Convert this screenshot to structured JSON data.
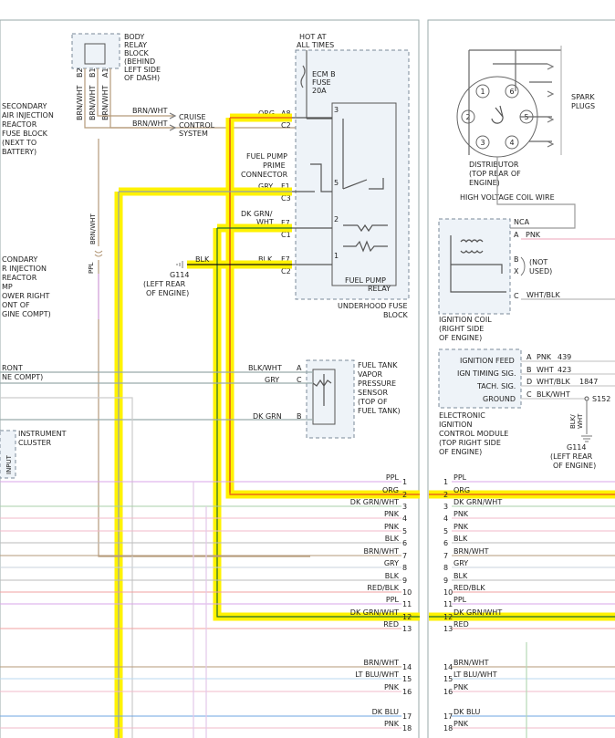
{
  "labels": {
    "body_relay_block": [
      "BODY",
      "RELAY",
      "BLOCK",
      "(BEHIND",
      "LEFT SIDE",
      "OF DASH)"
    ],
    "relay_pins": [
      "B2",
      "B1",
      "A1"
    ],
    "relay_pin_wires": [
      "BRN/WHT",
      "BRN/WHT",
      "BRN/WHT"
    ],
    "hot_at_all_times": [
      "HOT AT",
      "ALL TIMES"
    ],
    "ecm_b_fuse": [
      "ECM B",
      "FUSE",
      "20A"
    ],
    "sec_air_left": [
      "SECONDARY",
      "AIR INJECTION",
      "REACTOR",
      "FUSE BLOCK",
      "(NEXT TO",
      "BATTERY)"
    ],
    "sec_air_left2": [
      "CONDARY",
      "R INJECTION",
      "REACTOR",
      "MP",
      "OWER RIGHT",
      "ONT OF",
      "GINE COMPT)"
    ],
    "front_left": [
      "RONT",
      "NE COMPT)"
    ],
    "cruise_control": [
      "CRUISE",
      "CONTROL",
      "SYSTEM"
    ],
    "cruise_wires": [
      "BRN/WHT",
      "BRN/WHT"
    ],
    "fuel_pump_prime": [
      "FUEL PUMP",
      "PRIME",
      "CONNECTOR"
    ],
    "fuse_conn": {
      "org": "ORG",
      "a8": "A8",
      "c2a": "C2",
      "gry": "GRY",
      "f1": "F1",
      "c3": "C3",
      "dkgrn": [
        "DK GRN/",
        "WHT"
      ],
      "f7a": "F7",
      "c1": "C1",
      "blk": "BLK",
      "f7b": "F7",
      "c2b": "C2"
    },
    "relay_terms": [
      "3",
      "5",
      "2",
      "1"
    ],
    "blk_left": "BLK",
    "g114_left": [
      "G114",
      "(LEFT REAR",
      "OF ENGINE)"
    ],
    "fuel_pump_relay": [
      "FUEL PUMP",
      "RELAY"
    ],
    "underhood": [
      "UNDERHOOD FUSE",
      "BLOCK"
    ],
    "brn_wht_vert": "BRN/WHT",
    "ppl_vert": "PPL",
    "fuel_tank": [
      "FUEL TANK",
      "VAPOR",
      "PRESSURE",
      "SENSOR",
      "(TOP OF",
      "FUEL TANK)"
    ],
    "sensor_wires": [
      "BLK/WHT",
      "GRY",
      "DK GRN"
    ],
    "sensor_pins": [
      "A",
      "C",
      "B"
    ],
    "instrument": [
      "INSTRUMENT",
      "CLUSTER"
    ],
    "input": "INPUT",
    "left_conn": [
      {
        "n": "1",
        "c": "PPL"
      },
      {
        "n": "2",
        "c": "ORG"
      },
      {
        "n": "3",
        "c": "DK GRN/WHT"
      },
      {
        "n": "4",
        "c": "PNK"
      },
      {
        "n": "5",
        "c": "PNK"
      },
      {
        "n": "6",
        "c": "BLK"
      },
      {
        "n": "7",
        "c": "BRN/WHT"
      },
      {
        "n": "8",
        "c": "GRY"
      },
      {
        "n": "9",
        "c": "BLK"
      },
      {
        "n": "10",
        "c": "RED/BLK"
      },
      {
        "n": "11",
        "c": "PPL"
      },
      {
        "n": "12",
        "c": "DK GRN/WHT"
      },
      {
        "n": "13",
        "c": "RED"
      },
      {
        "n": "14",
        "c": "BRN/WHT"
      },
      {
        "n": "15",
        "c": "LT BLU/WHT"
      },
      {
        "n": "16",
        "c": "PNK"
      },
      {
        "n": "17",
        "c": "DK BLU"
      },
      {
        "n": "18",
        "c": "PNK"
      }
    ],
    "right_conn": [
      {
        "n": "1",
        "c": "PPL"
      },
      {
        "n": "2",
        "c": "ORG"
      },
      {
        "n": "3",
        "c": "DK GRN/WHT"
      },
      {
        "n": "4",
        "c": "PNK"
      },
      {
        "n": "5",
        "c": "PNK"
      },
      {
        "n": "6",
        "c": "BLK"
      },
      {
        "n": "7",
        "c": "BRN/WHT"
      },
      {
        "n": "8",
        "c": "GRY"
      },
      {
        "n": "9",
        "c": "BLK"
      },
      {
        "n": "10",
        "c": "RED/BLK"
      },
      {
        "n": "11",
        "c": "PPL"
      },
      {
        "n": "12",
        "c": "DK GRN/WHT"
      },
      {
        "n": "13",
        "c": "RED"
      },
      {
        "n": "14",
        "c": "BRN/WHT"
      },
      {
        "n": "15",
        "c": "LT BLU/WHT"
      },
      {
        "n": "16",
        "c": "PNK"
      },
      {
        "n": "17",
        "c": "DK BLU"
      },
      {
        "n": "18",
        "c": "PNK"
      }
    ],
    "spark_plugs": [
      "SPARK",
      "PLUGS"
    ],
    "cyl_numbers": [
      "1",
      "6",
      "5",
      "4",
      "3",
      "2"
    ],
    "distributor": [
      "DISTRIBUTOR",
      "(TOP REAR OF",
      "ENGINE)"
    ],
    "hv_coil_wire": "HIGH VOLTAGE COIL WIRE",
    "nca": "NCA",
    "coil_pins": [
      "A",
      "B",
      "X",
      "C"
    ],
    "coil_a_wire": "PNK",
    "not_used": [
      "(NOT",
      "USED)"
    ],
    "coil_c_wire": "WHT/BLK",
    "ignition_coil": [
      "IGNITION COIL",
      "(RIGHT SIDE",
      "OF ENGINE)"
    ],
    "icm_signals": [
      "IGNITION FEED",
      "IGN TIMING SIG.",
      "TACH. SIG.",
      "GROUND"
    ],
    "icm_pins": [
      "A",
      "B",
      "D",
      "C"
    ],
    "icm_wires": [
      "PNK",
      "WHT",
      "WHT/BLK",
      "BLK/WHT"
    ],
    "icm_circuits": [
      "439",
      "423",
      "1847"
    ],
    "s152": "S152",
    "blk_wht_vert": [
      "BLK/",
      "WHT"
    ],
    "icm": [
      "ELECTRONIC",
      "IGNITION",
      "CONTROL MODULE",
      "(TOP RIGHT SIDE",
      "OF ENGINE)"
    ],
    "g114_right": [
      "G114",
      "(LEFT REAR",
      "OF ENGINE)"
    ]
  },
  "colors": {
    "highlight": "#fff200",
    "org": "#e8501a",
    "red": "#d21f1f",
    "dk_grn": "#1f6b2d",
    "gry": "#8fa0b0",
    "blk": "#111111",
    "ppl": "#d9a6e8",
    "pnk": "#f0b8c8",
    "brn": "#b59a7a",
    "blu": "#6ea5e0"
  }
}
